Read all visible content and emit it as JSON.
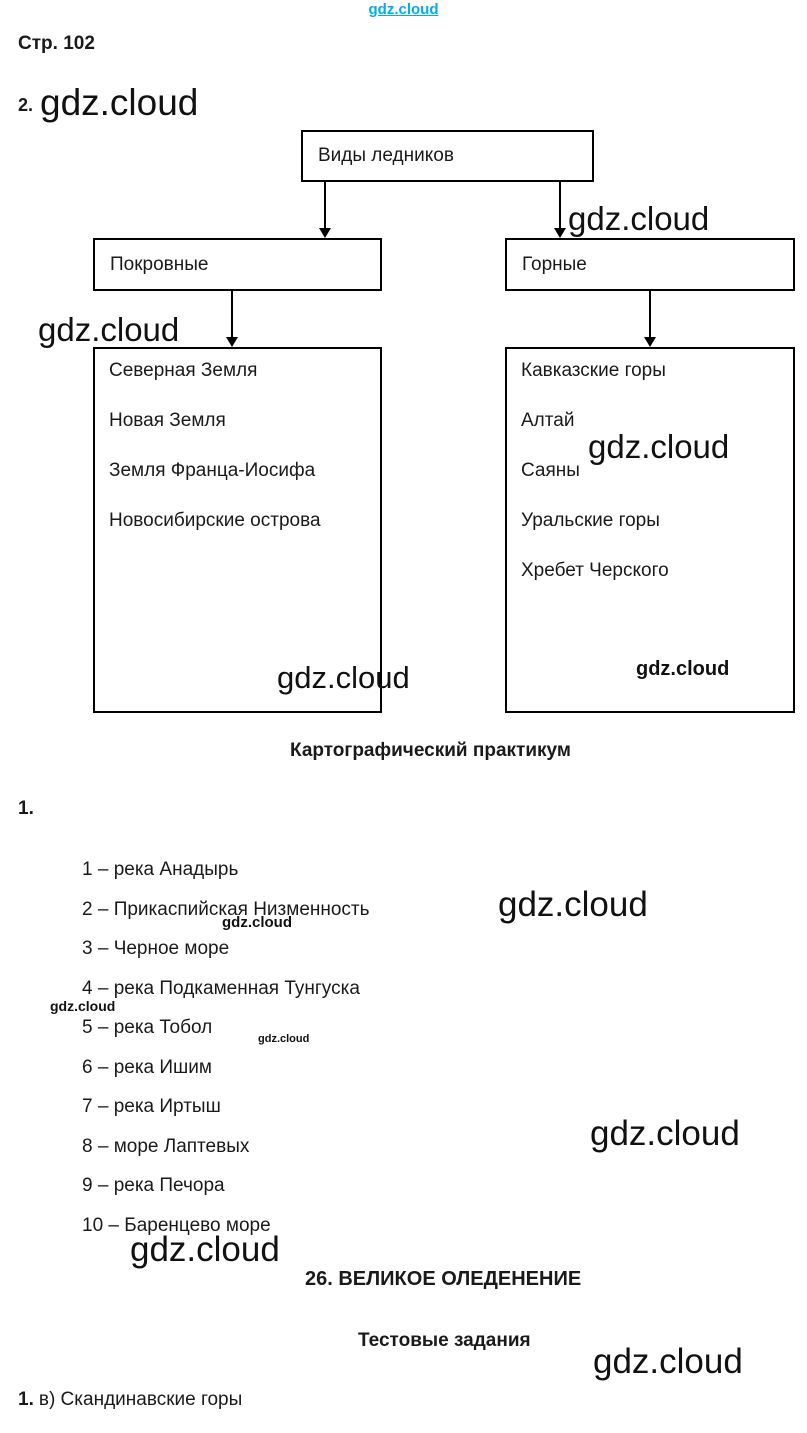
{
  "page": {
    "header": "Стр. 102",
    "task2_label": "2."
  },
  "watermark": {
    "text": "gdz.cloud",
    "link_color": "#00aeef"
  },
  "flowchart": {
    "root": "Виды ледников",
    "left_branch": {
      "title": "Покровные",
      "items": [
        "Северная Земля",
        "Новая Земля",
        "Земля Франца-Иосифа",
        "Новосибирские острова"
      ]
    },
    "right_branch": {
      "title": "Горные",
      "items": [
        "Кавказские горы",
        "Алтай",
        "Саяны",
        "Уральские горы",
        "Хребет Черского"
      ]
    }
  },
  "practicum": {
    "title": "Картографический практикум",
    "task1_label": "1.",
    "items": [
      "1 – река Анадырь",
      "2 – Прикаспийская Низменность",
      "3 – Черное море",
      "4 – река Подкаменная Тунгуска",
      "5 – река Тобол",
      "6 – река Ишим",
      "7 – река Иртыш",
      "8 – море Лаптевых",
      "9 – река Печора",
      "10 – Баренцево море"
    ]
  },
  "section26": {
    "title": "26. ВЕЛИКОЕ ОЛЕДЕНЕНИЕ",
    "subtitle": "Тестовые задания",
    "answer1_label": "1.",
    "answer1_text": "в) Скандинавские горы"
  }
}
